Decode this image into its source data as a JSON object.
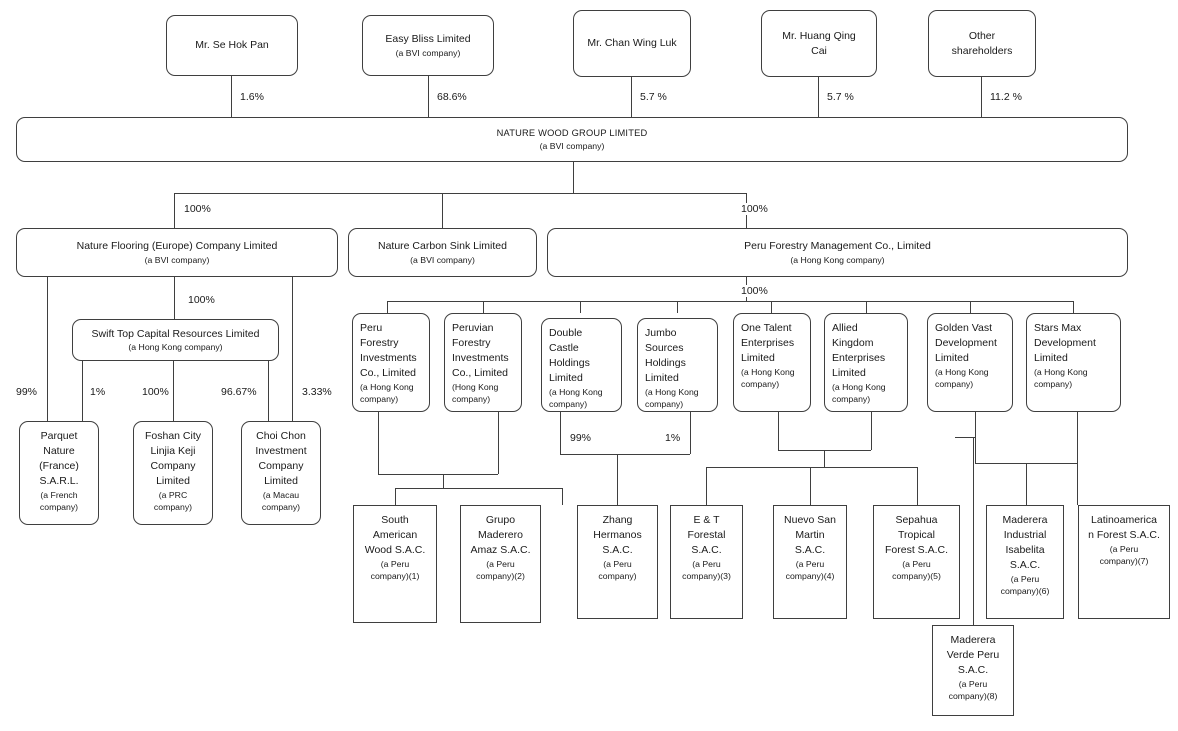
{
  "diagram": {
    "title": "Nature Wood Group Limited corporate structure chart",
    "type": "organizational-ownership-chart",
    "line_color": "#3f3f3f",
    "background": "#ffffff"
  },
  "shareholders": [
    {
      "name": "Mr. Se Hok Pan",
      "sub": "",
      "pct": "1.6%"
    },
    {
      "name": "Easy Bliss Limited",
      "sub": "(a BVI company)",
      "pct": "68.6%"
    },
    {
      "name": "Mr. Chan Wing Luk",
      "sub": "",
      "pct": "5.7 %"
    },
    {
      "name": "Mr. Huang Qing",
      "name2": "Cai",
      "sub": "",
      "pct": "5.7 %"
    },
    {
      "name": "Other",
      "name2": "shareholders",
      "sub": "",
      "pct": "11.2 %"
    }
  ],
  "parent": {
    "name": "NATURE WOOD GROUP LIMITED",
    "sub": "(a BVI company)"
  },
  "tier2": [
    {
      "name": "Nature Flooring (Europe) Company Limited",
      "sub": "(a BVI company)",
      "pct": "100%"
    },
    {
      "name": "Nature Carbon Sink Limited",
      "sub": "(a BVI company)",
      "pct": ""
    },
    {
      "name": "Peru Forestry Management Co., Limited",
      "sub": "(a Hong Kong company)",
      "pct": "100%"
    }
  ],
  "swift": {
    "name": "Swift Top Capital Resources Limited",
    "sub": "(a Hong Kong company)",
    "pct": "100%"
  },
  "europe_subs": [
    {
      "name": "Parquet\nNature\n(France)\nS.A.R.L.",
      "sub": "(a French\ncompany)"
    },
    {
      "name": "Foshan City\nLinjia Keji\nCompany\nLimited",
      "sub": "(a PRC\ncompany)"
    },
    {
      "name": "Choi Chon\nInvestment\nCompany\nLimited",
      "sub": "(a Macau\ncompany)"
    }
  ],
  "europe_pcts": [
    "99%",
    "1%",
    "100%",
    "96.67%",
    "3.33%"
  ],
  "peru_subs": [
    {
      "name": "Peru\nForestry\nInvestments\nCo., Limited",
      "sub": "(a Hong Kong\ncompany)"
    },
    {
      "name": "Peruvian\nForestry\nInvestments\nCo., Limited",
      "sub": "(Hong Kong\ncompany)"
    },
    {
      "name": "Double\nCastle\nHoldings\nLimited",
      "sub": "(a Hong Kong\ncompany)"
    },
    {
      "name": "Jumbo\nSources\nHoldings\nLimited",
      "sub": "(a Hong Kong\ncompany)"
    },
    {
      "name": "One Talent\nEnterprises\nLimited",
      "sub": "(a Hong Kong\ncompany)"
    },
    {
      "name": "Allied\nKingdom\nEnterprises\nLimited",
      "sub": "(a Hong Kong\ncompany)"
    },
    {
      "name": "Golden Vast\nDevelopment\nLimited",
      "sub": "(a Hong Kong\ncompany)"
    },
    {
      "name": "Stars Max\nDevelopment\nLimited",
      "sub": "(a Hong Kong\ncompany)"
    }
  ],
  "peru_pcts": {
    "double_castle": "99%",
    "jumbo_sources": "1%"
  },
  "operating": [
    {
      "name": "South\nAmerican\nWood S.A.C.",
      "sub": "(a Peru\ncompany)(1)"
    },
    {
      "name": "Grupo\nMaderero\nAmaz S.A.C.",
      "sub": "(a Peru\ncompany)(2)"
    },
    {
      "name": "Zhang\nHermanos\nS.A.C.",
      "sub": "(a Peru\ncompany)"
    },
    {
      "name": "E & T\nForestal\nS.A.C.",
      "sub": "(a Peru\ncompany)(3)"
    },
    {
      "name": "Nuevo San\nMartin\nS.A.C.",
      "sub": "(a Peru\ncompany)(4)"
    },
    {
      "name": "Sepahua\nTropical\nForest S.A.C.",
      "sub": "(a Peru\ncompany)(5)"
    },
    {
      "name": "Maderera\nIndustrial\nIsabelita\nS.A.C.",
      "sub": "(a Peru\ncompany)(6)"
    },
    {
      "name": "Latinoamerica\nn Forest S.A.C.",
      "sub": "(a Peru\ncompany)(7)"
    },
    {
      "name": "Maderera\nVerde Peru\nS.A.C.",
      "sub": "(a Peru\ncompany)(8)"
    }
  ]
}
